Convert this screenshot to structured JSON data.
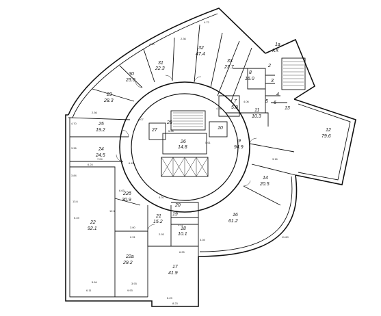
{
  "plan": {
    "rooms": [
      {
        "number": "1a",
        "area": ""
      },
      {
        "number": "XX",
        "area": ""
      },
      {
        "number": "2",
        "area": ""
      },
      {
        "number": "3",
        "area": ""
      },
      {
        "number": "4",
        "area": ""
      },
      {
        "number": "5",
        "area": ""
      },
      {
        "number": "6",
        "area": ""
      },
      {
        "number": "7",
        "area": "5.0"
      },
      {
        "number": "8",
        "area": "16.0"
      },
      {
        "number": "9",
        "area": "94.9"
      },
      {
        "number": "10",
        "area": ""
      },
      {
        "number": "11",
        "area": "10.3"
      },
      {
        "number": "12",
        "area": "79.6"
      },
      {
        "number": "13",
        "area": ""
      },
      {
        "number": "14",
        "area": "20.5"
      },
      {
        "number": "16",
        "area": "61.2"
      },
      {
        "number": "17",
        "area": "41.9"
      },
      {
        "number": "18",
        "area": "10.1"
      },
      {
        "number": "19",
        "area": ""
      },
      {
        "number": "20",
        "area": ""
      },
      {
        "number": "21",
        "area": "15.2"
      },
      {
        "number": "22",
        "area": "92.1"
      },
      {
        "number": "22a",
        "area": "29.2"
      },
      {
        "number": "22б",
        "area": "30.9"
      },
      {
        "number": "24",
        "area": "24.5"
      },
      {
        "number": "25",
        "area": "19.2"
      },
      {
        "number": "26",
        "area": "14.8"
      },
      {
        "number": "27",
        "area": ""
      },
      {
        "number": "28",
        "area": ""
      },
      {
        "number": "29",
        "area": "28.3"
      },
      {
        "number": "30",
        "area": "23.0"
      },
      {
        "number": "31",
        "area": "22.3"
      },
      {
        "number": "32",
        "area": "47.4"
      },
      {
        "number": "33",
        "area": "23.7"
      }
    ],
    "dimensions": [
      "5.95",
      "6.23",
      "6.11",
      "9.93",
      "5.64",
      "3.93",
      "4.70",
      "2.56",
      "6.07",
      "3.36",
      "3.84",
      "11.60",
      "7.04",
      "6.24",
      "4.50",
      "3.00",
      "2.91",
      "2.93",
      "4.68",
      "8.23",
      "4.06",
      "3.04",
      "2.12",
      "3.16",
      "2.36",
      "5.61",
      "6.25",
      "6.63",
      "6.41",
      "13.6",
      "12.9",
      "5.49",
      "4.72",
      "4.01"
    ]
  }
}
